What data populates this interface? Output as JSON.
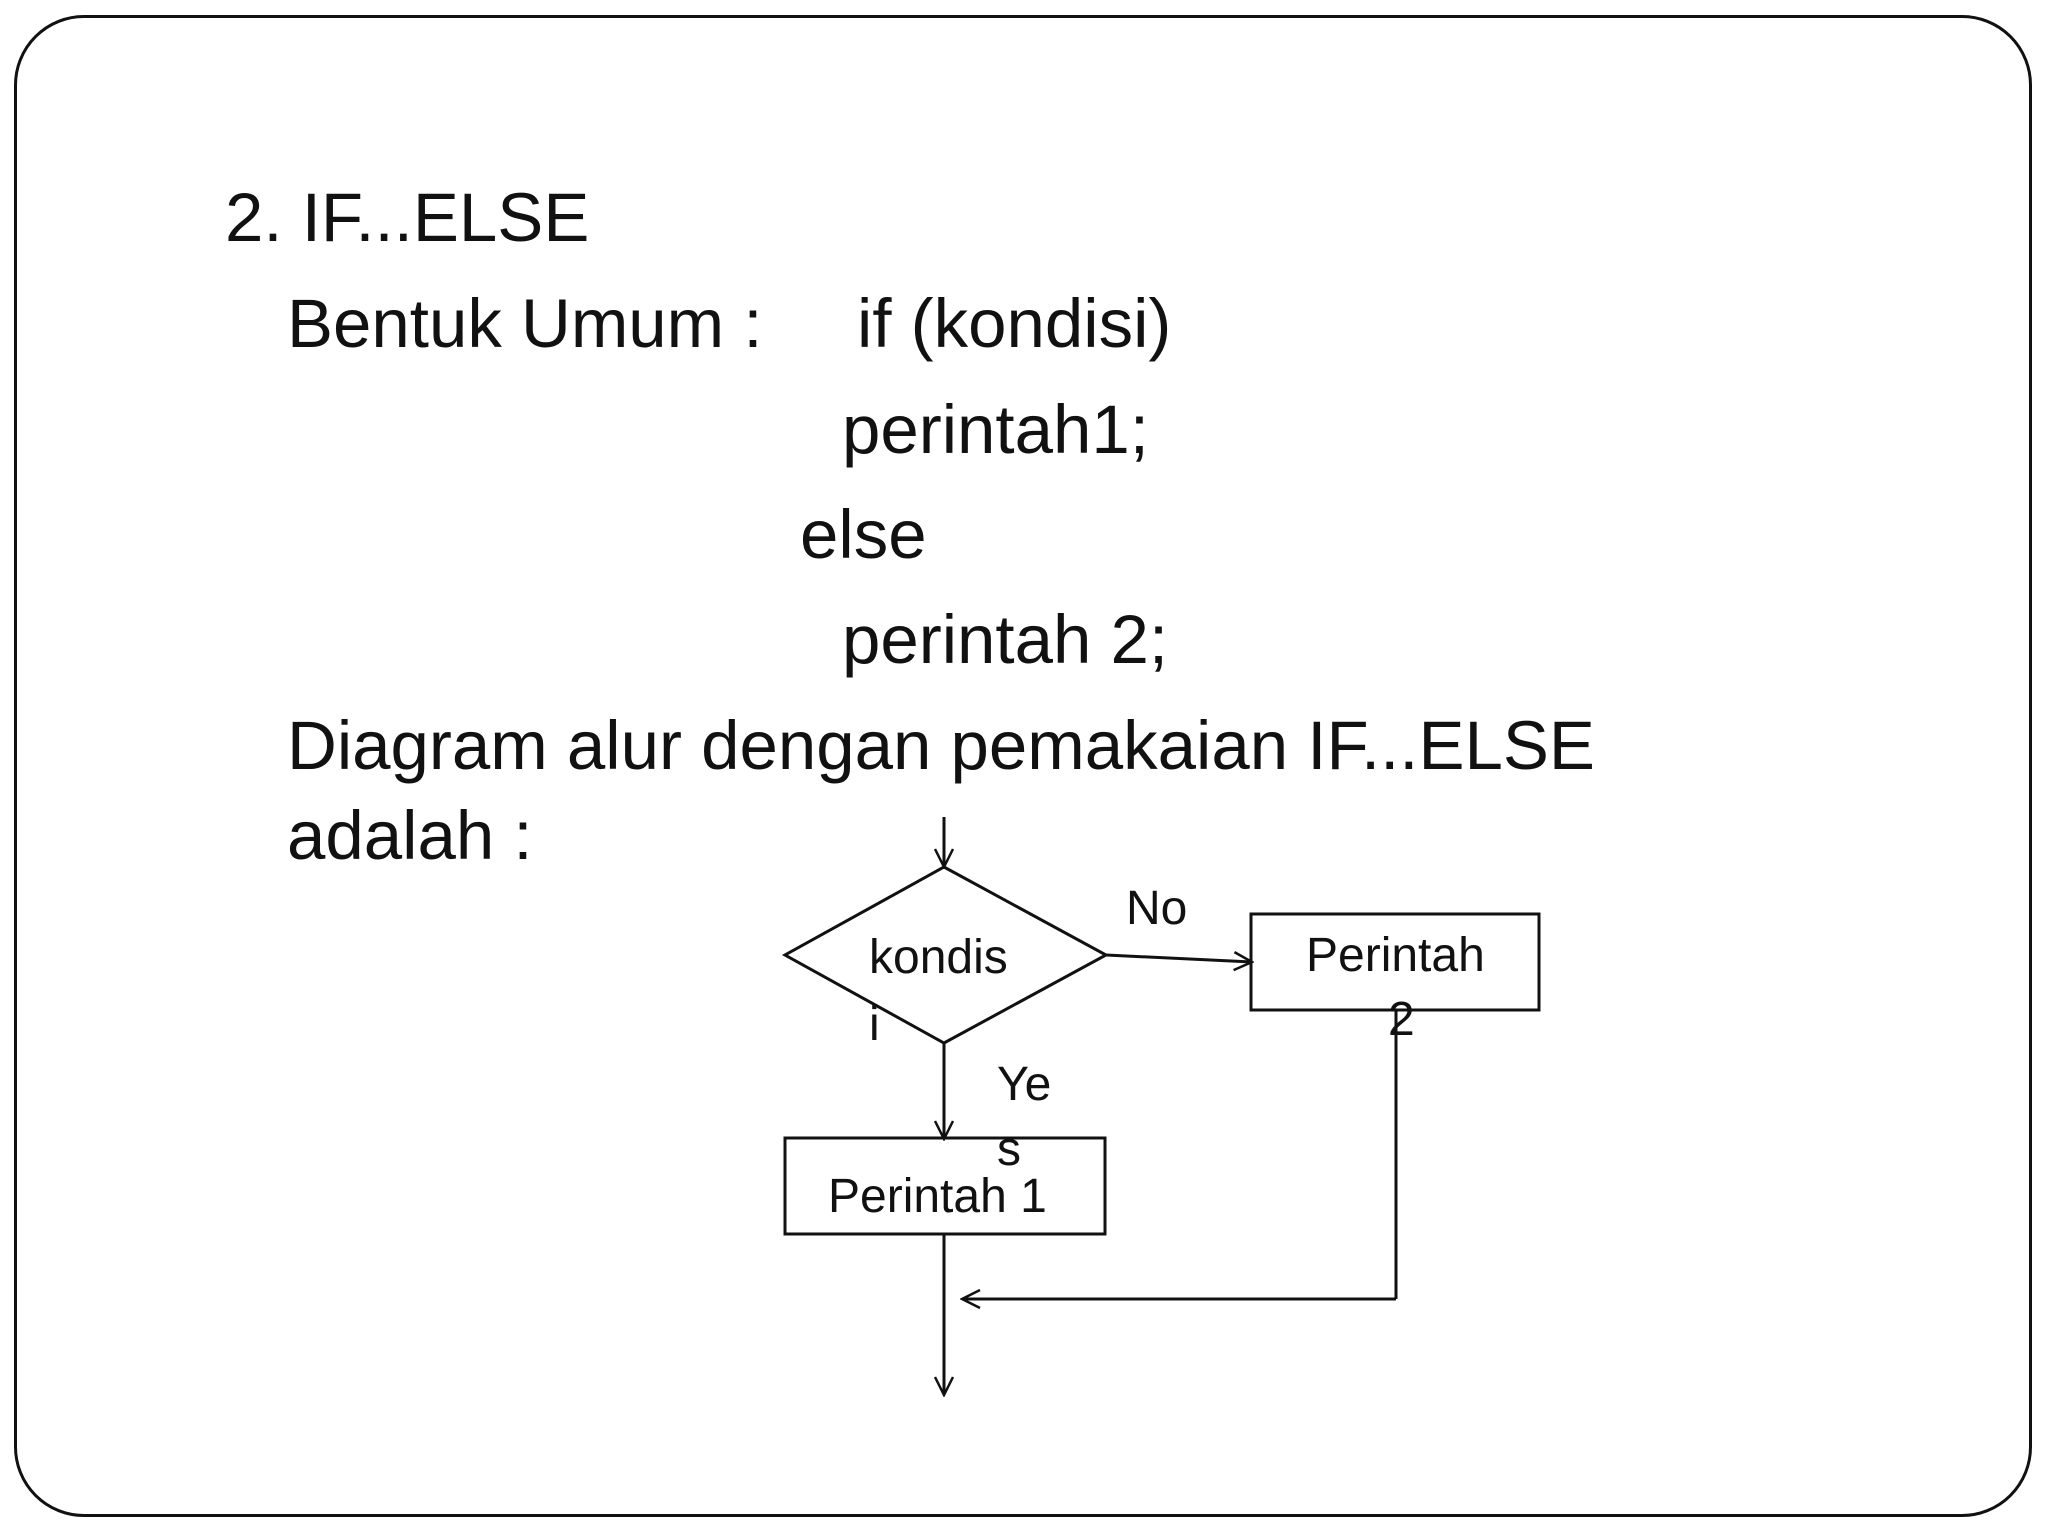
{
  "slide": {
    "heading": "2. IF...ELSE",
    "general_form_label": "Bentuk Umum :",
    "code": {
      "line1": "if (kondisi)",
      "line2": "perintah1;",
      "line3": "else",
      "line4": "perintah 2;"
    },
    "diagram_caption": {
      "line1": "Diagram alur dengan pemakaian IF...ELSE",
      "line2": "adalah :"
    }
  },
  "flowchart": {
    "decision_label_line1": "kondis",
    "decision_label_line2": "i",
    "no_label": "No",
    "yes_label_line1": "Ye",
    "yes_label_line2": "s",
    "process_1_label": "Perintah 1",
    "process_2_label_line1": "Perintah",
    "process_2_label_line2": "2"
  }
}
